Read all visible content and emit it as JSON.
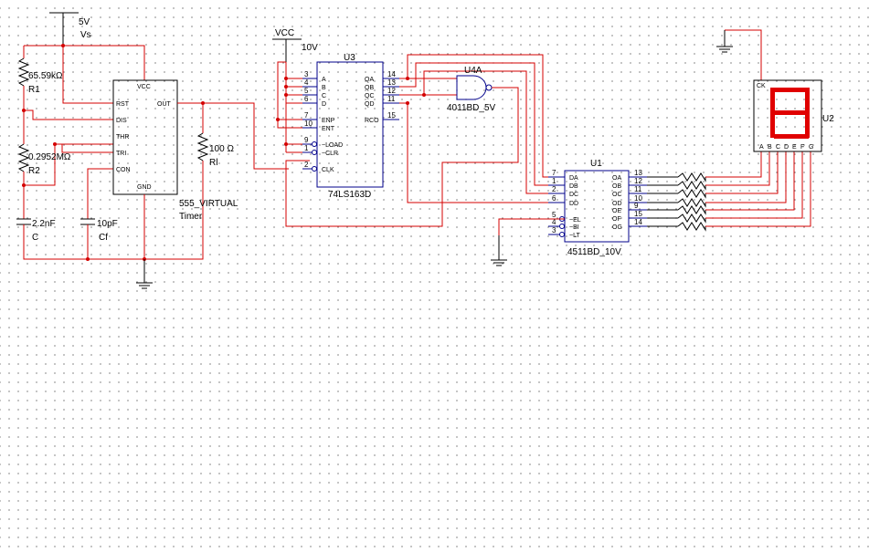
{
  "power": {
    "vs_voltage": "5V",
    "vs_label": "Vs",
    "vcc_label": "VCC",
    "vcc_voltage": "10V"
  },
  "components": {
    "r1": {
      "value": "65.59kΩ",
      "ref": "R1"
    },
    "r2": {
      "value": "0.2952MΩ",
      "ref": "R2"
    },
    "c": {
      "value": "2.2nF",
      "ref": "C"
    },
    "cf": {
      "value": "10pF",
      "ref": "Cf"
    },
    "rl": {
      "value": "100 Ω",
      "ref": "Rl"
    },
    "timer": {
      "part": "555_VIRTUAL",
      "sub": "Timer",
      "pins": {
        "vcc": "VCC",
        "rst": "RST",
        "dis": "DIS",
        "thr": "THR",
        "tri": "TRI",
        "con": "CON",
        "out": "OUT",
        "gnd": "GND"
      }
    },
    "u3": {
      "ref": "U3",
      "part": "74LS163D",
      "left_pins": [
        {
          "num": "3",
          "name": "A"
        },
        {
          "num": "4",
          "name": "B"
        },
        {
          "num": "5",
          "name": "C"
        },
        {
          "num": "6",
          "name": "D"
        },
        {
          "num": "7",
          "name": "ENP"
        },
        {
          "num": "10",
          "name": "ENT"
        },
        {
          "num": "9",
          "name": "~LOAD"
        },
        {
          "num": "1",
          "name": "~CLR"
        },
        {
          "num": "2",
          "name": "CLK"
        }
      ],
      "right_pins": [
        {
          "num": "14",
          "name": "QA"
        },
        {
          "num": "13",
          "name": "QB"
        },
        {
          "num": "12",
          "name": "QC"
        },
        {
          "num": "11",
          "name": "QD"
        },
        {
          "num": "15",
          "name": "RCO"
        }
      ]
    },
    "u4a": {
      "ref": "U4A",
      "part": "4011BD_5V"
    },
    "u1": {
      "ref": "U1",
      "part": "4511BD_10V",
      "left_pins": [
        {
          "num": "7",
          "name": "DA"
        },
        {
          "num": "1",
          "name": "DB"
        },
        {
          "num": "2",
          "name": "DC"
        },
        {
          "num": "6",
          "name": "DD"
        },
        {
          "num": "5",
          "name": "~EL"
        },
        {
          "num": "4",
          "name": "~BI"
        },
        {
          "num": "3",
          "name": "~LT"
        }
      ],
      "right_pins": [
        {
          "num": "13",
          "name": "OA"
        },
        {
          "num": "12",
          "name": "OB"
        },
        {
          "num": "11",
          "name": "OC"
        },
        {
          "num": "10",
          "name": "OD"
        },
        {
          "num": "9",
          "name": "OE"
        },
        {
          "num": "15",
          "name": "OF"
        },
        {
          "num": "14",
          "name": "OG"
        }
      ]
    },
    "u2": {
      "ref": "U2",
      "ck": "CK",
      "pins": [
        "A",
        "B",
        "C",
        "D",
        "E",
        "F",
        "G"
      ],
      "digit_shown": "8"
    }
  },
  "colors": {
    "wire": "#d40000",
    "part": "#000000",
    "ic_pin": "#00008b",
    "segment": "#e00000",
    "grid_dot": "#7a7a7a"
  }
}
